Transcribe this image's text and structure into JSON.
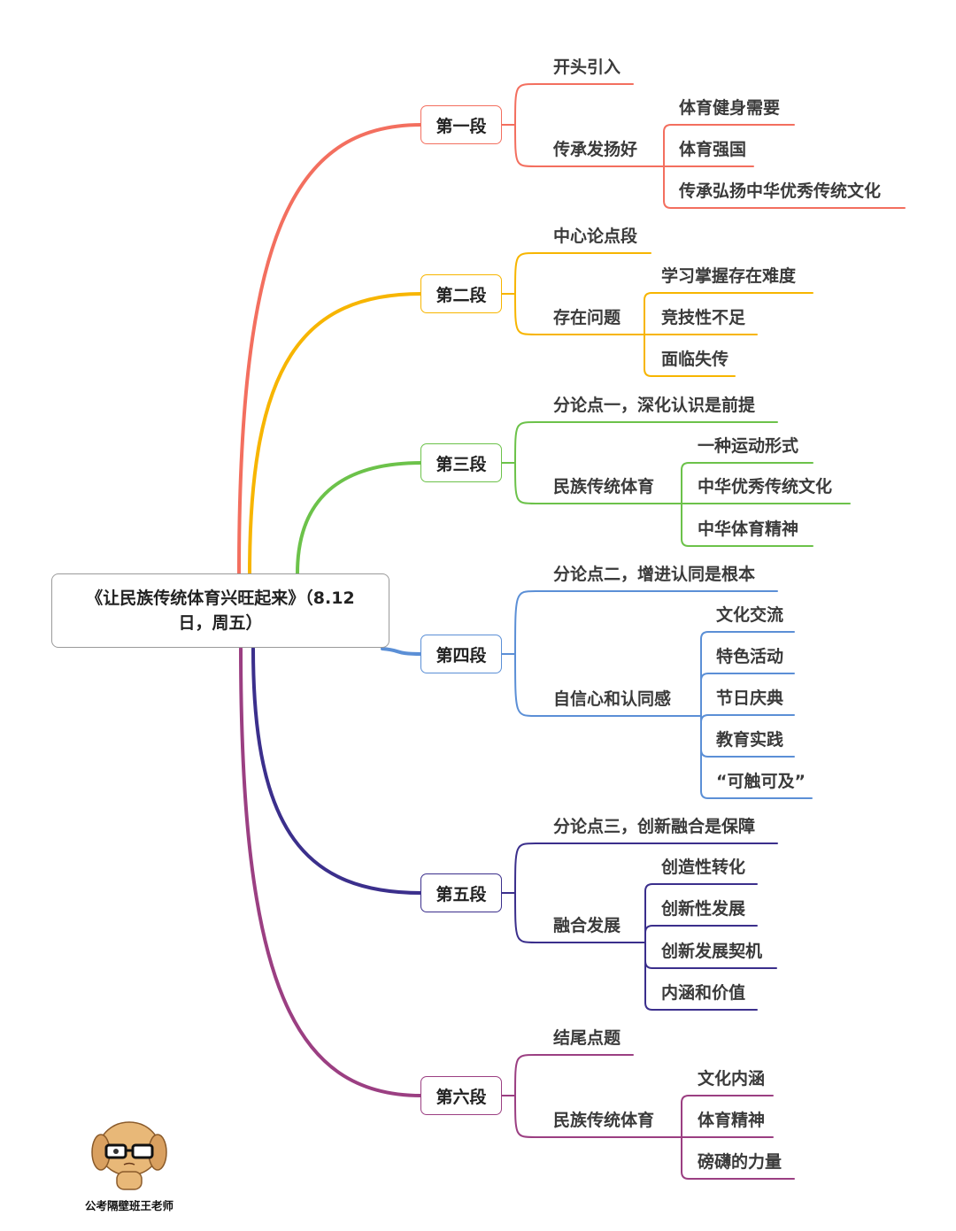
{
  "root": {
    "title": "《让民族传统体育兴旺起来》（8.12日，周五）"
  },
  "sections": [
    {
      "label": "第一段",
      "color": "#f36f5f",
      "children": [
        {
          "text": "开头引入",
          "children": []
        },
        {
          "text": "传承发扬好",
          "children": [
            "体育健身需要",
            "体育强国",
            "传承弘扬中华优秀传统文化"
          ]
        }
      ]
    },
    {
      "label": "第二段",
      "color": "#f7b500",
      "children": [
        {
          "text": "中心论点段",
          "children": []
        },
        {
          "text": "存在问题",
          "children": [
            "学习掌握存在难度",
            "竞技性不足",
            "面临失传"
          ]
        }
      ]
    },
    {
      "label": "第三段",
      "color": "#6cc24a",
      "children": [
        {
          "text": "分论点一，深化认识是前提",
          "children": []
        },
        {
          "text": "民族传统体育",
          "children": [
            "一种运动形式",
            "中华优秀传统文化",
            "中华体育精神"
          ]
        }
      ]
    },
    {
      "label": "第四段",
      "color": "#5b8fd6",
      "children": [
        {
          "text": "分论点二，增进认同是根本",
          "children": []
        },
        {
          "text": "自信心和认同感",
          "children": [
            "文化交流",
            "特色活动",
            "节日庆典",
            "教育实践",
            "“可触可及”"
          ]
        }
      ]
    },
    {
      "label": "第五段",
      "color": "#3b2f8c",
      "children": [
        {
          "text": "分论点三，创新融合是保障",
          "children": []
        },
        {
          "text": "融合发展",
          "children": [
            "创造性转化",
            "创新性发展",
            "创新发展契机",
            "内涵和价值"
          ]
        }
      ]
    },
    {
      "label": "第六段",
      "color": "#9b3f82",
      "children": [
        {
          "text": "结尾点题",
          "children": []
        },
        {
          "text": "民族传统体育",
          "children": [
            "文化内涵",
            "体育精神",
            "磅礴的力量"
          ]
        }
      ]
    }
  ],
  "watermark": {
    "caption": "公考隔壁班王老师"
  }
}
